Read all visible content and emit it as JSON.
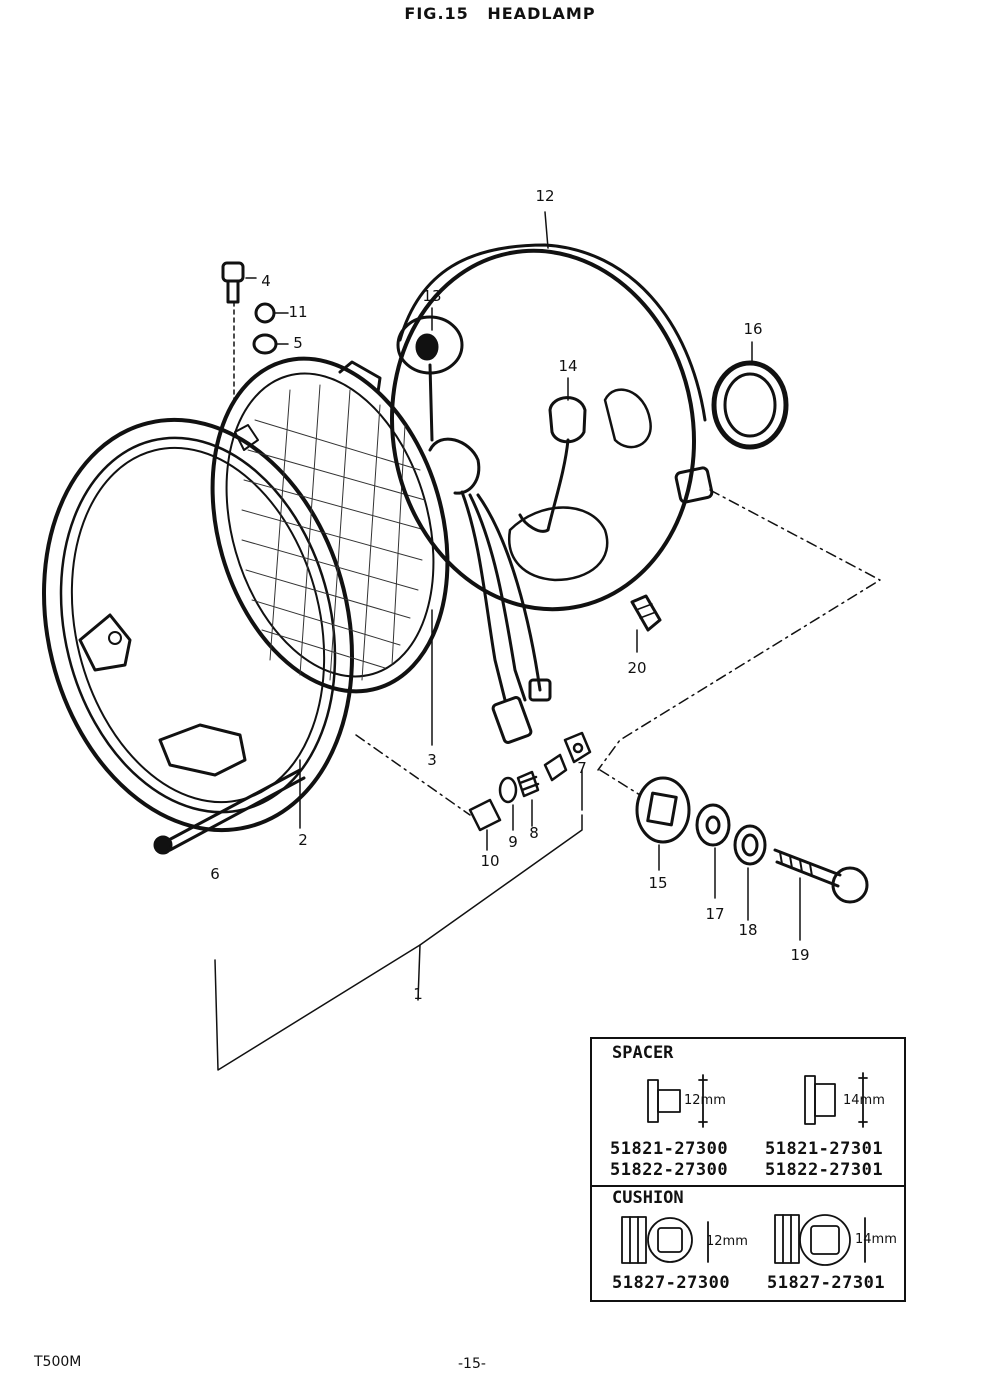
{
  "header": {
    "fig": "FIG.15",
    "name": "HEADLAMP"
  },
  "callouts": [
    "1",
    "2",
    "3",
    "4",
    "5",
    "6",
    "7",
    "8",
    "9",
    "10",
    "11",
    "12",
    "13",
    "14",
    "15",
    "16",
    "17",
    "18",
    "19",
    "20"
  ],
  "spacer_box": {
    "spacer_label": "SPACER",
    "spacer_a_dim": "12mm",
    "spacer_b_dim": "14mm",
    "spacer_a_parts": [
      "51821-27300",
      "51822-27300"
    ],
    "spacer_b_parts": [
      "51821-27301",
      "51822-27301"
    ],
    "cushion_label": "CUSHION",
    "cushion_a_dim": "12mm",
    "cushion_b_dim": "14mm",
    "cushion_a_part": "51827-27300",
    "cushion_b_part": "51827-27301"
  },
  "footer": {
    "model": "T500M",
    "page": "-15-"
  }
}
